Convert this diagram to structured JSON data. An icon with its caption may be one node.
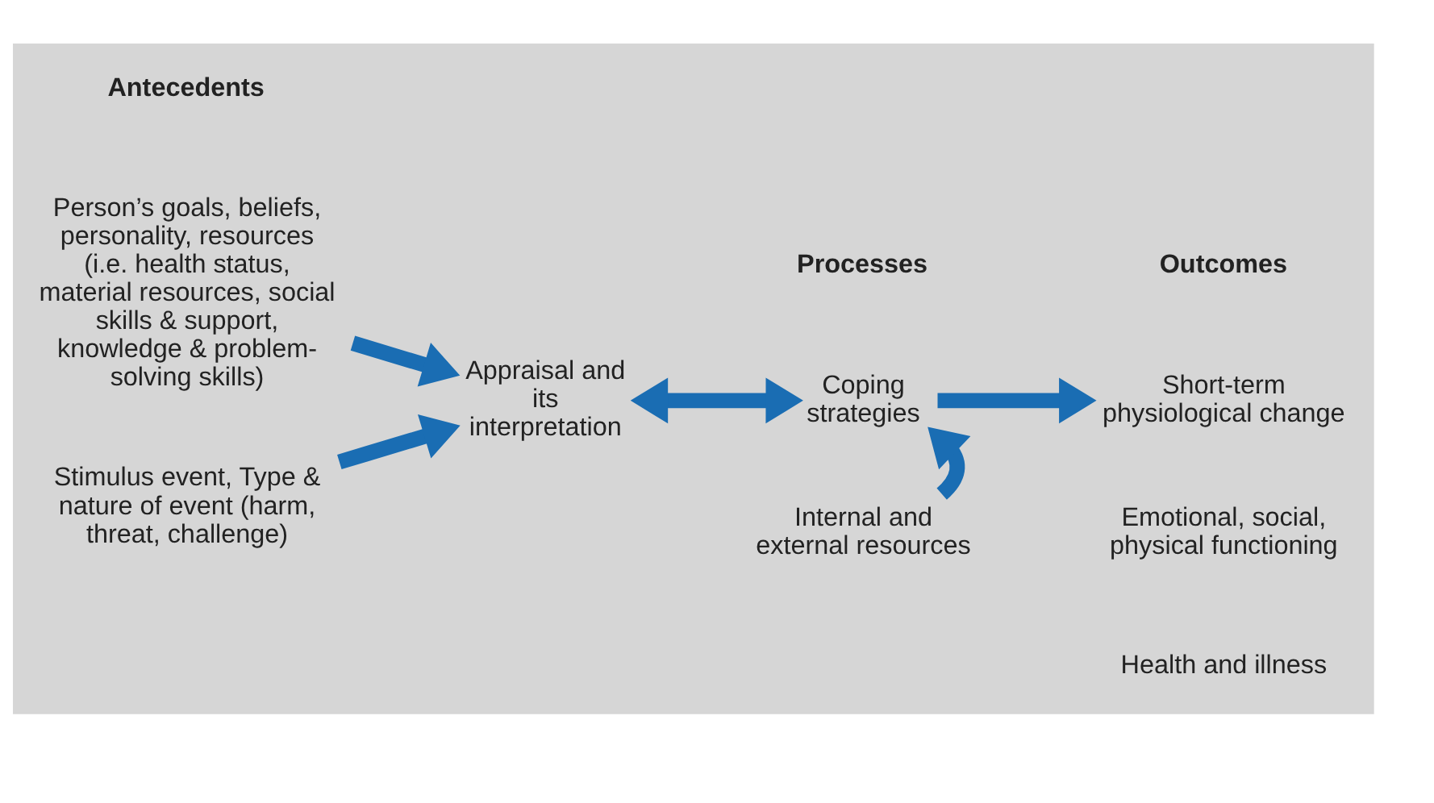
{
  "diagram": {
    "nodes": [
      {
        "text": [
          "Person’s goals, beliefs, personality, resources (i.e. health status, material resources, social skills & support, knowledge & problem-solving skills)"
        ]
      },
      {
        "text": [
          "Stimulus event, Type & nature of event (harm, threat, challenge)"
        ]
      },
      {
        "text": [
          "Appraisal and its interpretation"
        ]
      },
      {
        "text": [
          "Coping strategies"
        ]
      },
      {
        "text": [
          "Internal and external resources"
        ]
      },
      {
        "text": [
          "Short-term physiological change"
        ]
      }
    ],
    "edges": [
      {
        "from": 0,
        "to": 2,
        "arrow": "to"
      },
      {
        "from": 1,
        "to": 2,
        "arrow": "to"
      },
      {
        "from": 2,
        "to": 3,
        "arrow": "both"
      },
      {
        "from": 4,
        "to": 3,
        "arrow": "to"
      },
      {
        "from": 3,
        "to": 5,
        "arrow": "to"
      }
    ],
    "labels": [
      "Antecedents",
      "Processes",
      "Outcomes",
      "Emotional, social, physical functioning",
      "Health and illness"
    ]
  }
}
